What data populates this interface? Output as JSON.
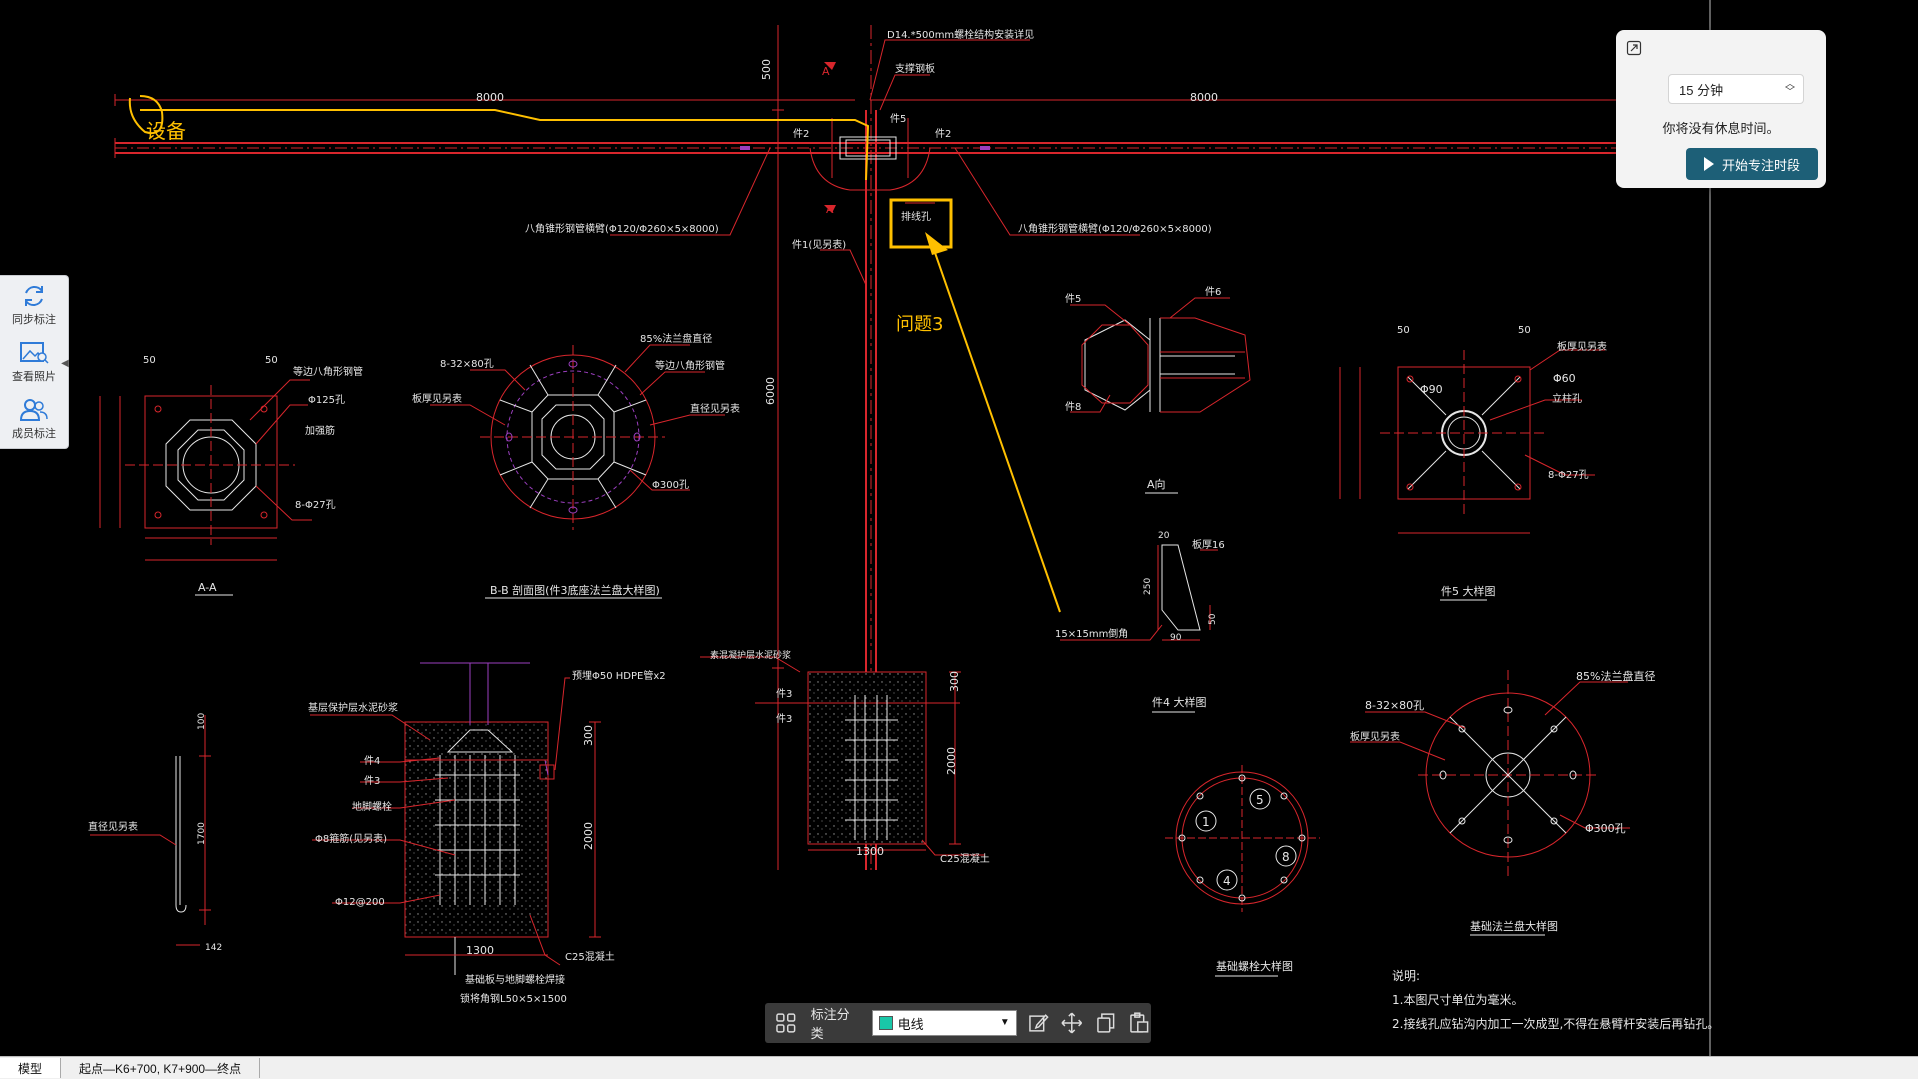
{
  "drawing": {
    "dim_left": "8000",
    "dim_right": "8000",
    "dim_top": "500",
    "dim_pole": "6000",
    "dim_found_h": "2000",
    "dim_found_top": "300",
    "dim_found_w": "1300",
    "dim_found2_h": "2000",
    "dim_found2_top": "300",
    "dim_found2_w": "1300",
    "note_top": "D14.*500mm螺栓结构安装详见",
    "note_support": "支撑钢板",
    "note_arm_left": "八角锥形钢管横臂(Φ120/Φ260×5×8000)",
    "note_arm_right": "八角锥形钢管横臂(Φ120/Φ260×5×8000)",
    "note_pole": "件1(见另表)",
    "note_hole": "排线孔",
    "note_ground": "素混凝护层水泥砂浆",
    "label_jian2": "件2",
    "label_jian3": "件3",
    "label_jian5": "件5",
    "label_jian6": "件6",
    "label_jian8": "件8",
    "label_A": "A",
    "sec_aa": "A-A",
    "sec_bb": "B-B 剖面图(件3底座法兰盘大样图)",
    "sec_a_view": "A向",
    "sec_jian4": "件4 大样图",
    "sec_jian5": "件5 大样图",
    "sec_anchor": "基础螺栓大样图",
    "sec_flange": "基础法兰盘大样图",
    "aa_hole": "Φ125孔",
    "aa_rib": "加强筋",
    "aa_holes": "8-Φ27孔",
    "aa_equal": "等边八角形钢管",
    "bb_bolts": "8-32×80孔",
    "bb_plate": "板厚见另表",
    "bb_flange": "85%法兰盘直径",
    "bb_equal": "等边八角形钢管",
    "bb_dia": "直径见另表",
    "bb_hole": "Φ300孔",
    "j5_plate": "板厚见另表",
    "j5_d60": "Φ60",
    "j5_pole": "立柱孔",
    "j5_d90": "Φ90",
    "j5_holes": "8-Φ27孔",
    "j4_thick": "板厚16",
    "j4_slot": "15×15mm倒角",
    "j4_250": "250",
    "j4_90": "90",
    "j4_20": "20",
    "j4_50": "50",
    "fd_cement": "基层保护层水泥砂浆",
    "fd_hdpe": "预埋Φ50 HDPE管x2",
    "fd_j4": "件4",
    "fd_j3": "件3",
    "fd_bolt": "地脚螺栓",
    "fd_stirrup": "Φ8箍筋(见另表)",
    "fd_rebar": "Φ12@200",
    "fd_c25": "C25混凝土",
    "fd_bottom": "基础板与地脚螺栓焊接",
    "fd_bottom2": "锁将角钢L50×5×1500",
    "fd_c25b": "C25混凝土",
    "anchor_dim_top": "100",
    "anchor_dim_mid": "1700",
    "anchor_dim_bot": "142",
    "anchor_label": "直径见另表",
    "flange_bolts": "8-32×80孔",
    "flange_plate": "板厚见另表",
    "flange_dia": "85%法兰盘直径",
    "flange_hole": "Φ300孔",
    "circle_5": "5",
    "circle_1": "1",
    "circle_8": "8",
    "circle_4": "4",
    "notes_title": "说明:",
    "note_1": "1.本图尺寸单位为毫米。",
    "note_2": "2.接线孔应钻沟内加工一次成型,不得在悬臂杆安装后再钻孔。",
    "dim_50a": "50",
    "dim_50b": "50",
    "dim_50c": "50",
    "dim_50d": "50"
  },
  "annotations": {
    "device_label": "设备",
    "issue_label": "问题3"
  },
  "left_toolbar": {
    "sync": "同步标注",
    "photos": "查看照片",
    "members": "成员标注"
  },
  "focus": {
    "duration": "15 分钟",
    "message": "你将没有休息时间。",
    "start_label": "开始专注时段"
  },
  "bottom_toolbar": {
    "category_label": "标注分类",
    "category_value": "电线",
    "category_color": "#19c7a8"
  },
  "tabs": {
    "model": "模型",
    "layout": "起点—K6+700, K7+900—终点"
  },
  "colors": {
    "cad_red": "#d8262c",
    "cad_white": "#e6e6e6",
    "cad_purple": "#9b3fbf",
    "annot_yellow": "#ffc000"
  }
}
